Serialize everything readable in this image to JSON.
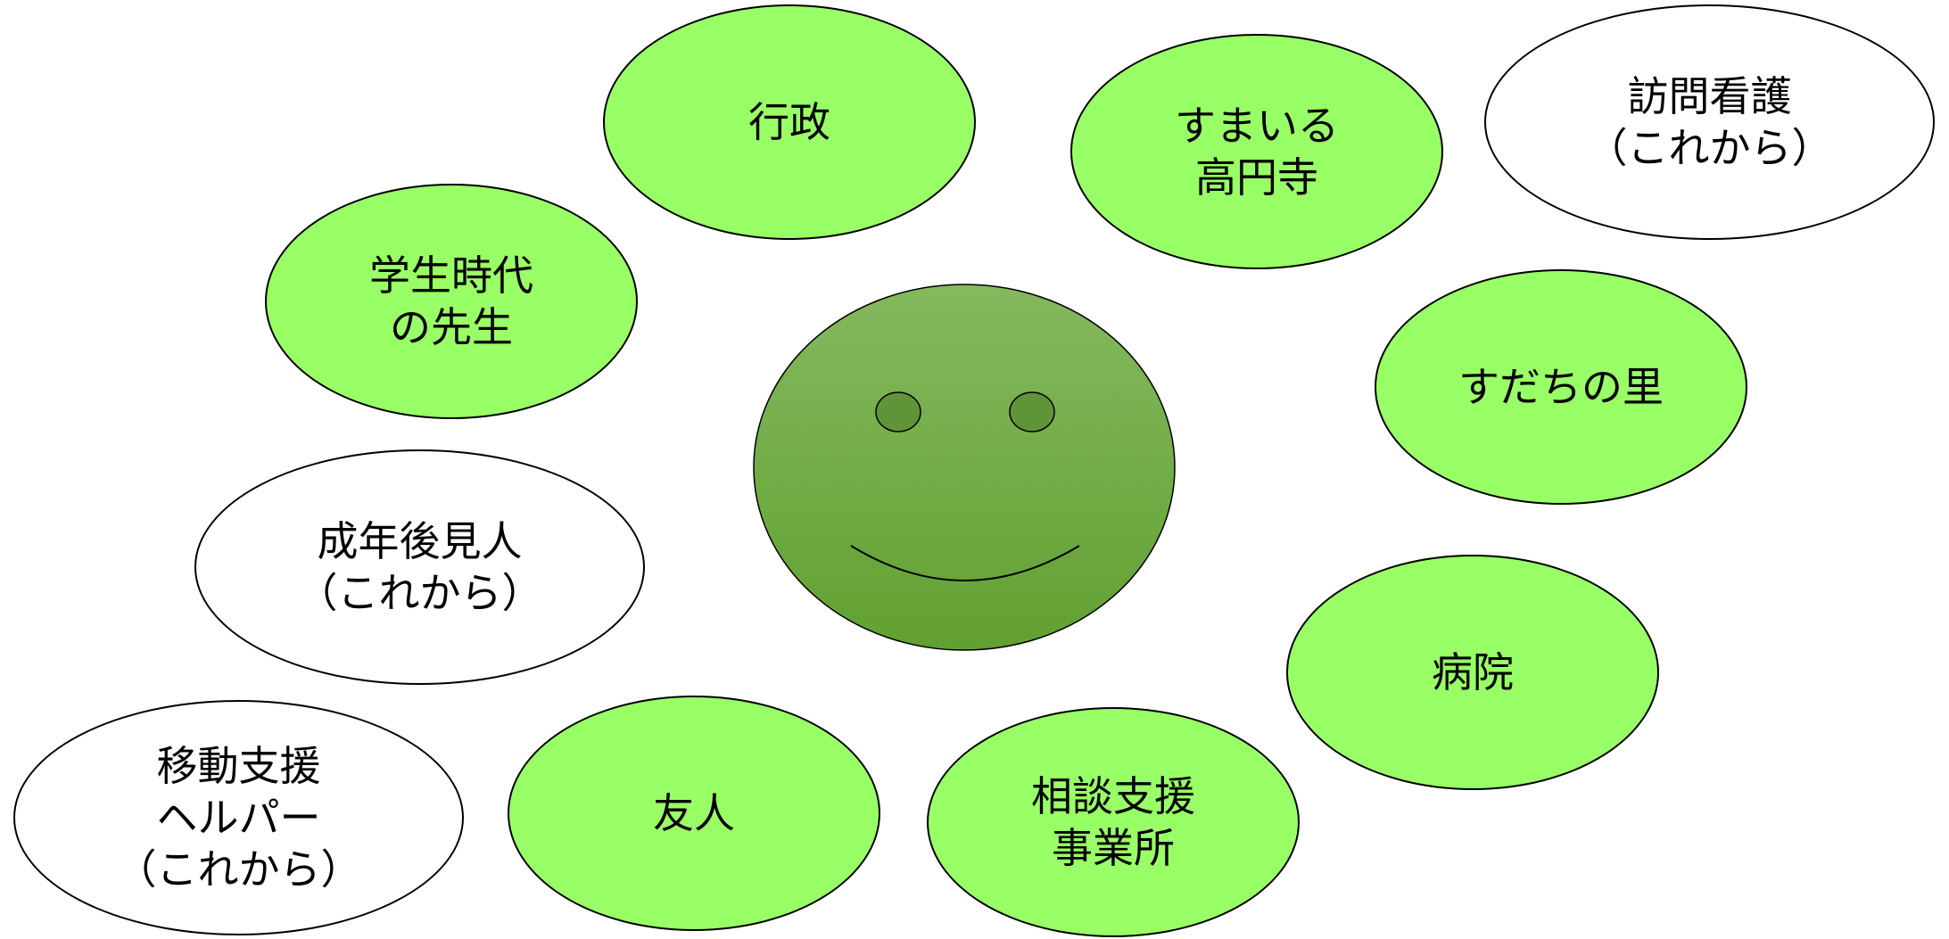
{
  "colors": {
    "active_fill": "#99ff66",
    "future_fill": "#ffffff",
    "outline": "#000000",
    "face_top": "#84b95e",
    "face_bottom": "#62a032",
    "eye": "#5f9438"
  },
  "center": {
    "icon": "smiley-face-icon"
  },
  "nodes": [
    {
      "id": "gyosei",
      "label": "行政",
      "status": "active"
    },
    {
      "id": "sumairu",
      "label": "すまいる\n高円寺",
      "status": "active"
    },
    {
      "id": "homon-kango",
      "label": "訪問看護\n（これから）",
      "status": "future"
    },
    {
      "id": "gakusei",
      "label": "学生時代\nの先生",
      "status": "active"
    },
    {
      "id": "sudachi",
      "label": "すだちの里",
      "status": "active"
    },
    {
      "id": "seinen-kokennin",
      "label": "成年後見人\n（これから）",
      "status": "future"
    },
    {
      "id": "byoin",
      "label": "病院",
      "status": "active"
    },
    {
      "id": "ido-shien",
      "label": "移動支援\nヘルパー\n（これから）",
      "status": "future"
    },
    {
      "id": "yujin",
      "label": "友人",
      "status": "active"
    },
    {
      "id": "sodan-shien",
      "label": "相談支援\n事業所",
      "status": "active"
    }
  ]
}
